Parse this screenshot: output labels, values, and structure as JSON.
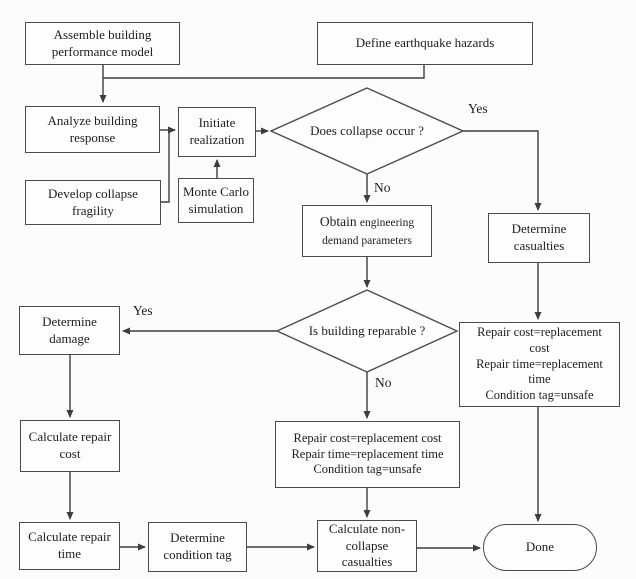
{
  "colors": {
    "line": "#3d3d3d",
    "border": "#4b4b4b",
    "text": "#1e1e22",
    "bg": "#fcfcfc",
    "node_bg": "#fdfdfd"
  },
  "nodes": {
    "assemble_model": {
      "label": "Assemble building\nperformance model"
    },
    "define_hazards": {
      "label": "Define earthquake hazards"
    },
    "analyze_response": {
      "label": "Analyze building\nresponse"
    },
    "initiate_realization": {
      "label": "Initiate\nrealization"
    },
    "develop_fragility": {
      "label": "Develop collapse\nfragility"
    },
    "monte_carlo": {
      "label": "Monte Carlo\nsimulation"
    },
    "collapse_decision": {
      "label": "Does collapse occur ?"
    },
    "obtain_edp": {
      "lead": "Obtain",
      "line1_rest": "engineering",
      "line2": "demand parameters"
    },
    "determine_casualties": {
      "label": "Determine\ncasualties"
    },
    "collapse_consequences": {
      "label": "Repair cost=replacement\ncost\nRepair time=replacement\ntime\nCondition tag=unsafe"
    },
    "reparable_decision": {
      "label": "Is building reparable ?"
    },
    "determine_damage": {
      "label": "Determine\ndamage"
    },
    "irreparable_consequences": {
      "label": "Repair cost=replacement cost\nRepair time=replacement time\nCondition tag=unsafe"
    },
    "calc_repair_cost": {
      "label": "Calculate repair\ncost"
    },
    "calc_repair_time": {
      "label": "Calculate repair\ntime"
    },
    "determine_condition_tag": {
      "label": "Determine\ncondition tag"
    },
    "calc_noncollapse_casualties": {
      "label": "Calculate non-\ncollapse\ncasualties"
    },
    "done": {
      "label": "Done"
    }
  },
  "edge_labels": {
    "collapse_yes": "Yes",
    "collapse_no": "No",
    "reparable_yes": "Yes",
    "reparable_no": "No"
  }
}
